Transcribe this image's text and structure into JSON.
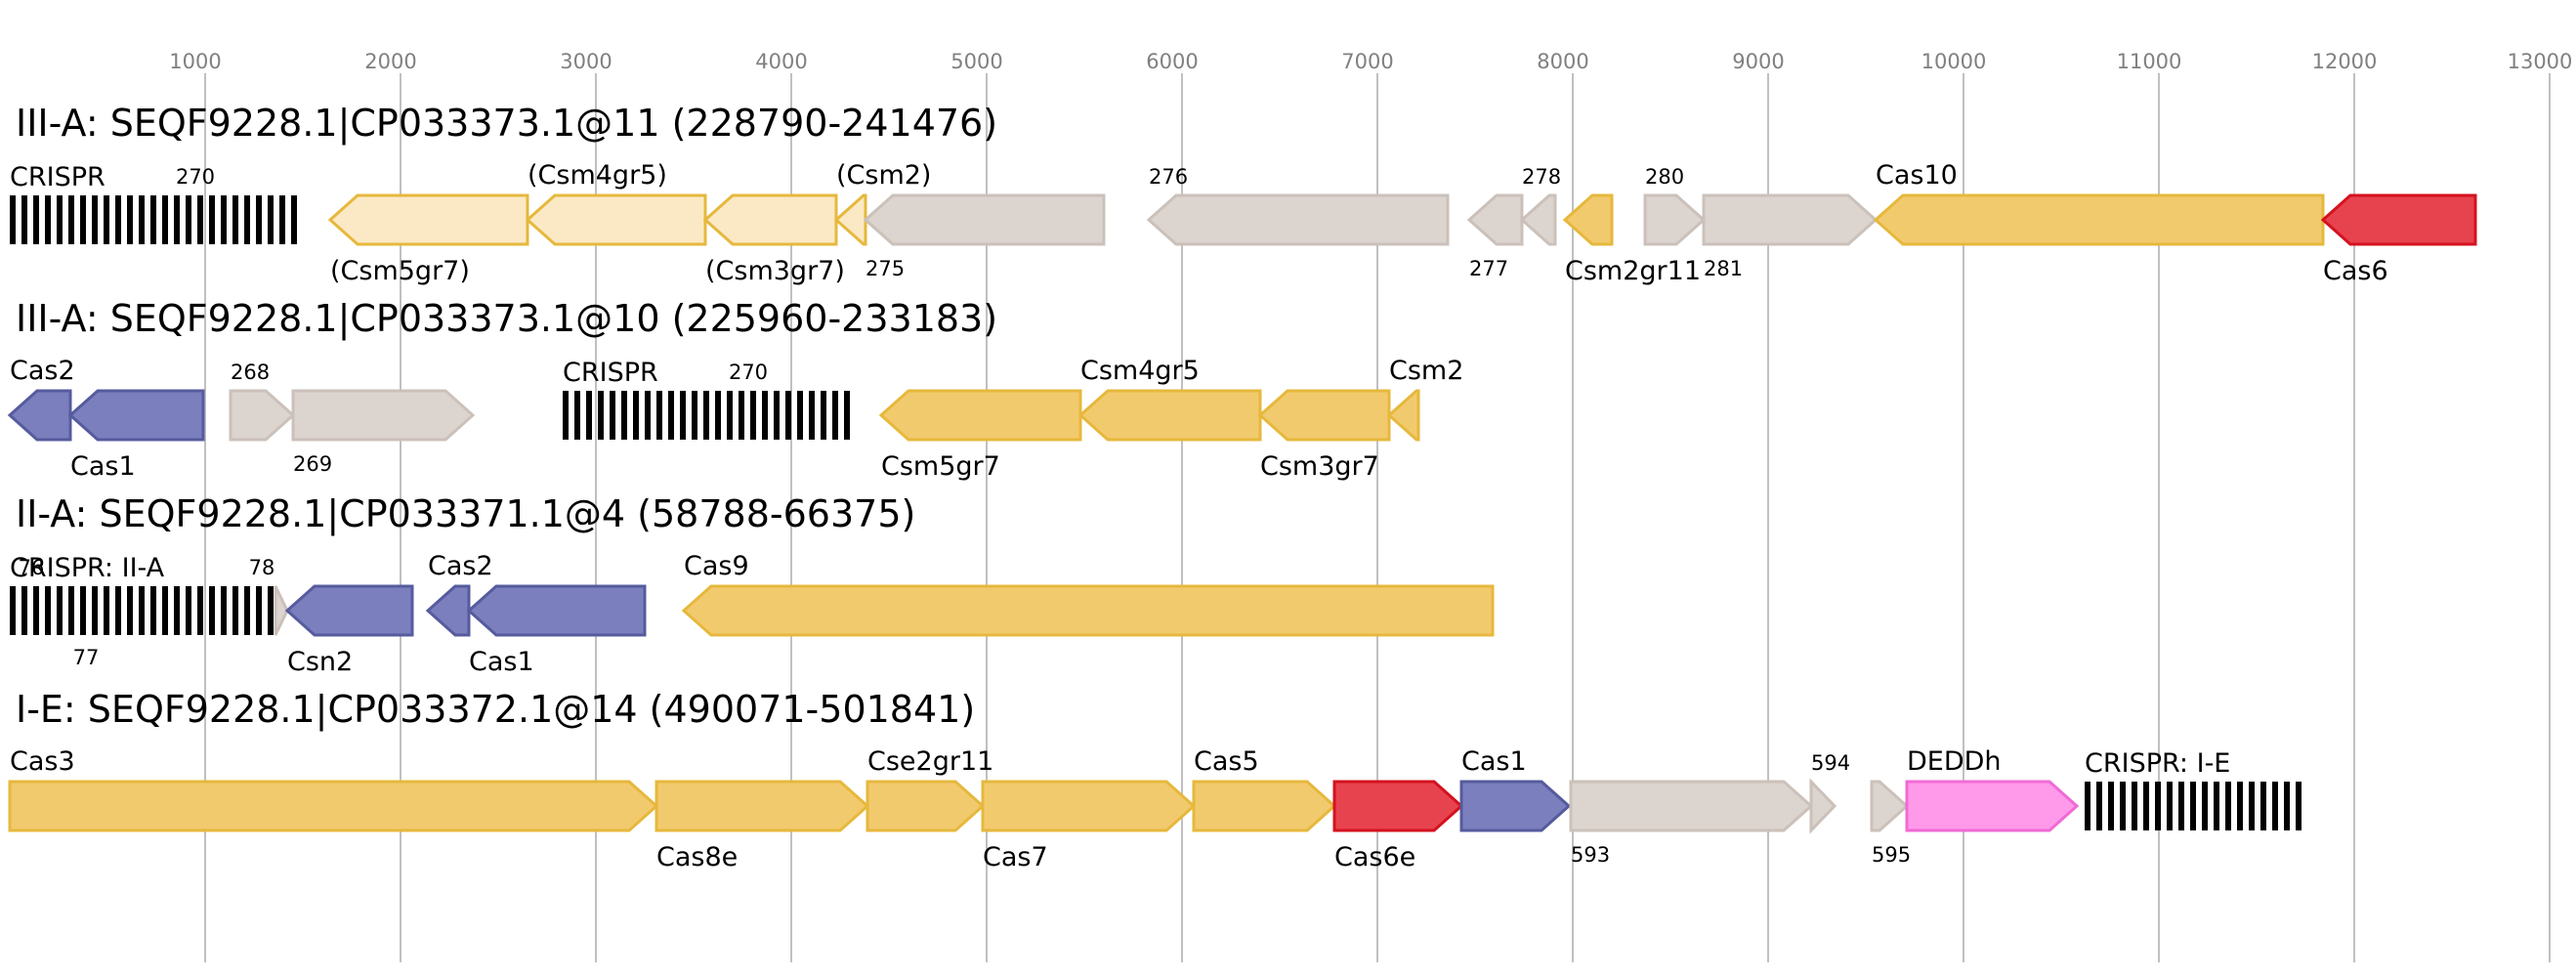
{
  "axis": {
    "ticks": [
      1000,
      2000,
      3000,
      4000,
      5000,
      6000,
      7000,
      8000,
      9000,
      10000,
      11000,
      12000,
      13000
    ]
  },
  "colors": {
    "yellow": "#f2ca6e",
    "yellow_stroke": "#e6b83c",
    "light_yellow": "#fbe9c6",
    "gray": "#dcd4ce",
    "gray_stroke": "#cbc1ba",
    "purple": "#7b7fbd",
    "purple_stroke": "#565b9e",
    "red": "#e7434f",
    "red_stroke": "#d4121e",
    "pink": "#ff99e9",
    "pink_stroke": "#f06ad6",
    "grid": "#c0c0c0"
  },
  "tracks": [
    {
      "title": "III-A: SEQF9228.1|CP033373.1@11 (228790-241476)",
      "features": [
        {
          "type": "crispr",
          "start": 0,
          "end": 1480,
          "label": "CRISPR",
          "pos": "above-left"
        },
        {
          "type": "tag",
          "at": 950,
          "label": "270",
          "pos": "above"
        },
        {
          "type": "gene",
          "start": 1640,
          "end": 2650,
          "strand": "-",
          "color": "light_yellow",
          "label": "(Csm5gr7)",
          "pos": "below"
        },
        {
          "type": "gene",
          "start": 2650,
          "end": 3560,
          "strand": "-",
          "color": "light_yellow",
          "label": "(Csm4gr5)",
          "pos": "above"
        },
        {
          "type": "gene",
          "start": 3560,
          "end": 4230,
          "strand": "-",
          "color": "light_yellow",
          "label": "(Csm3gr7)",
          "pos": "below"
        },
        {
          "type": "gene",
          "start": 4230,
          "end": 4380,
          "strand": "-",
          "color": "light_yellow",
          "label": "(Csm2)",
          "pos": "above"
        },
        {
          "type": "gene",
          "start": 4380,
          "end": 5600,
          "strand": "-",
          "color": "gray",
          "label": "275",
          "pos": "below-small"
        },
        {
          "type": "gene",
          "start": 5830,
          "end": 7360,
          "strand": "-",
          "color": "gray",
          "label": "276",
          "pos": "above-small"
        },
        {
          "type": "gene",
          "start": 7470,
          "end": 7740,
          "strand": "-",
          "color": "gray",
          "label": "277",
          "pos": "below-small"
        },
        {
          "type": "gene",
          "start": 7740,
          "end": 7910,
          "strand": "-",
          "color": "gray",
          "label": "278",
          "pos": "above-small"
        },
        {
          "type": "gene",
          "start": 7960,
          "end": 8200,
          "strand": "-",
          "color": "yellow",
          "label": "Csm2gr11",
          "pos": "below"
        },
        {
          "type": "gene",
          "start": 8370,
          "end": 8670,
          "strand": "+",
          "color": "gray",
          "label": "280",
          "pos": "above-small"
        },
        {
          "type": "gene",
          "start": 8670,
          "end": 9550,
          "strand": "+",
          "color": "gray",
          "label": "281",
          "pos": "below-small"
        },
        {
          "type": "gene",
          "start": 9550,
          "end": 11840,
          "strand": "-",
          "color": "yellow",
          "label": "Cas10",
          "pos": "above"
        },
        {
          "type": "gene",
          "start": 11840,
          "end": 12620,
          "strand": "-",
          "color": "red",
          "label": "Cas6",
          "pos": "below"
        }
      ]
    },
    {
      "title": "III-A: SEQF9228.1|CP033373.1@10 (225960-233183)",
      "features": [
        {
          "type": "gene",
          "start": 0,
          "end": 310,
          "strand": "-",
          "color": "purple",
          "label": "Cas2",
          "pos": "above"
        },
        {
          "type": "gene",
          "start": 310,
          "end": 990,
          "strand": "-",
          "color": "purple",
          "label": "Cas1",
          "pos": "below"
        },
        {
          "type": "gene",
          "start": 1130,
          "end": 1450,
          "strand": "+",
          "color": "gray",
          "label": "268",
          "pos": "above-small"
        },
        {
          "type": "gene",
          "start": 1450,
          "end": 2370,
          "strand": "+",
          "color": "gray",
          "label": "269",
          "pos": "below-small"
        },
        {
          "type": "crispr",
          "start": 2830,
          "end": 4310,
          "label": "CRISPR",
          "pos": "above-left"
        },
        {
          "type": "tag",
          "at": 3780,
          "label": "270",
          "pos": "above"
        },
        {
          "type": "gene",
          "start": 4460,
          "end": 5480,
          "strand": "-",
          "color": "yellow",
          "label": "Csm5gr7",
          "pos": "below"
        },
        {
          "type": "gene",
          "start": 5480,
          "end": 6400,
          "strand": "-",
          "color": "yellow",
          "label": "Csm4gr5",
          "pos": "above"
        },
        {
          "type": "gene",
          "start": 6400,
          "end": 7060,
          "strand": "-",
          "color": "yellow",
          "label": "Csm3gr7",
          "pos": "below"
        },
        {
          "type": "gene",
          "start": 7060,
          "end": 7210,
          "strand": "-",
          "color": "yellow",
          "label": "Csm2",
          "pos": "above"
        }
      ]
    },
    {
      "title": "II-A: SEQF9228.1|CP033371.1@4 (58788-66375)",
      "features": [
        {
          "type": "crispr",
          "start": 0,
          "end": 1360,
          "label": "CRISPR: II-A",
          "pos": "above-left"
        },
        {
          "type": "tag",
          "at": 110,
          "label": "76",
          "pos": "above"
        },
        {
          "type": "tag",
          "at": 390,
          "label": "77",
          "pos": "below"
        },
        {
          "type": "tag",
          "at": 1290,
          "label": "78",
          "pos": "above"
        },
        {
          "type": "gene",
          "start": 1360,
          "end": 1420,
          "strand": "+",
          "color": "gray",
          "label": "",
          "pos": "none"
        },
        {
          "type": "gene",
          "start": 1420,
          "end": 2060,
          "strand": "-",
          "color": "purple",
          "label": "Csn2",
          "pos": "below"
        },
        {
          "type": "gene",
          "start": 2140,
          "end": 2350,
          "strand": "-",
          "color": "purple",
          "label": "Cas2",
          "pos": "above"
        },
        {
          "type": "gene",
          "start": 2350,
          "end": 3250,
          "strand": "-",
          "color": "purple",
          "label": "Cas1",
          "pos": "below"
        },
        {
          "type": "gene",
          "start": 3450,
          "end": 7590,
          "strand": "-",
          "color": "yellow",
          "label": "Cas9",
          "pos": "above"
        }
      ]
    },
    {
      "title": "I-E: SEQF9228.1|CP033372.1@14 (490071-501841)",
      "features": [
        {
          "type": "gene",
          "start": 0,
          "end": 3310,
          "strand": "+",
          "color": "yellow",
          "label": "Cas3",
          "pos": "above"
        },
        {
          "type": "gene",
          "start": 3310,
          "end": 4390,
          "strand": "+",
          "color": "yellow",
          "label": "Cas8e",
          "pos": "below"
        },
        {
          "type": "gene",
          "start": 4390,
          "end": 4980,
          "strand": "+",
          "color": "yellow",
          "label": "Cse2gr11",
          "pos": "above"
        },
        {
          "type": "gene",
          "start": 4980,
          "end": 6060,
          "strand": "+",
          "color": "yellow",
          "label": "Cas7",
          "pos": "below"
        },
        {
          "type": "gene",
          "start": 6060,
          "end": 6780,
          "strand": "+",
          "color": "yellow",
          "label": "Cas5",
          "pos": "above"
        },
        {
          "type": "gene",
          "start": 6780,
          "end": 7430,
          "strand": "+",
          "color": "red",
          "label": "Cas6e",
          "pos": "below"
        },
        {
          "type": "gene",
          "start": 7430,
          "end": 7980,
          "strand": "+",
          "color": "purple",
          "label": "Cas1",
          "pos": "above"
        },
        {
          "type": "gene",
          "start": 7990,
          "end": 9220,
          "strand": "+",
          "color": "gray",
          "label": "593",
          "pos": "below-small"
        },
        {
          "type": "gene",
          "start": 9220,
          "end": 9340,
          "strand": "+",
          "color": "gray",
          "label": "594",
          "pos": "above-small"
        },
        {
          "type": "gene",
          "start": 9530,
          "end": 9710,
          "strand": "+",
          "color": "gray",
          "label": "595",
          "pos": "below-small"
        },
        {
          "type": "gene",
          "start": 9710,
          "end": 10580,
          "strand": "+",
          "color": "pink",
          "label": "DEDDh",
          "pos": "above"
        },
        {
          "type": "crispr",
          "start": 10620,
          "end": 11740,
          "label": "CRISPR: I-E",
          "pos": "above-left"
        }
      ]
    }
  ]
}
